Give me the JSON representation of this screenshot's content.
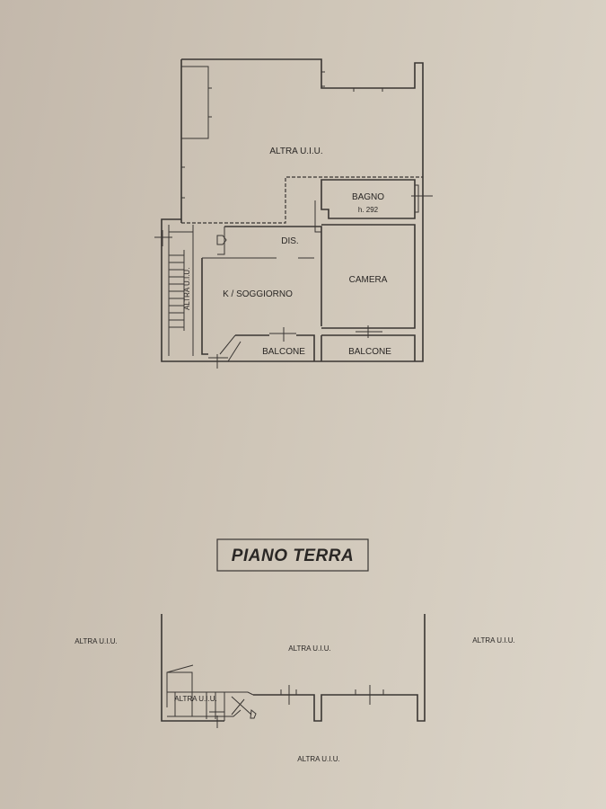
{
  "upper_plan": {
    "rooms": {
      "altra_top": "ALTRA U.I.U.",
      "bagno": "BAGNO",
      "bagno_height": "h. 292",
      "dis": "DIS.",
      "camera": "CAMERA",
      "soggiorno": "K / SOGGIORNO",
      "stair": "ALTRA U.I.U.",
      "balcone_left": "BALCONE",
      "balcone_right": "BALCONE"
    }
  },
  "floor_label": "PIANO TERRA",
  "ground_plan": {
    "left": "ALTRA U.I.U.",
    "center": "ALTRA U.I.U.",
    "right": "ALTRA U.I.U.",
    "stair": "ALTRA U.I.U.",
    "bottom": "ALTRA U.I.U."
  }
}
